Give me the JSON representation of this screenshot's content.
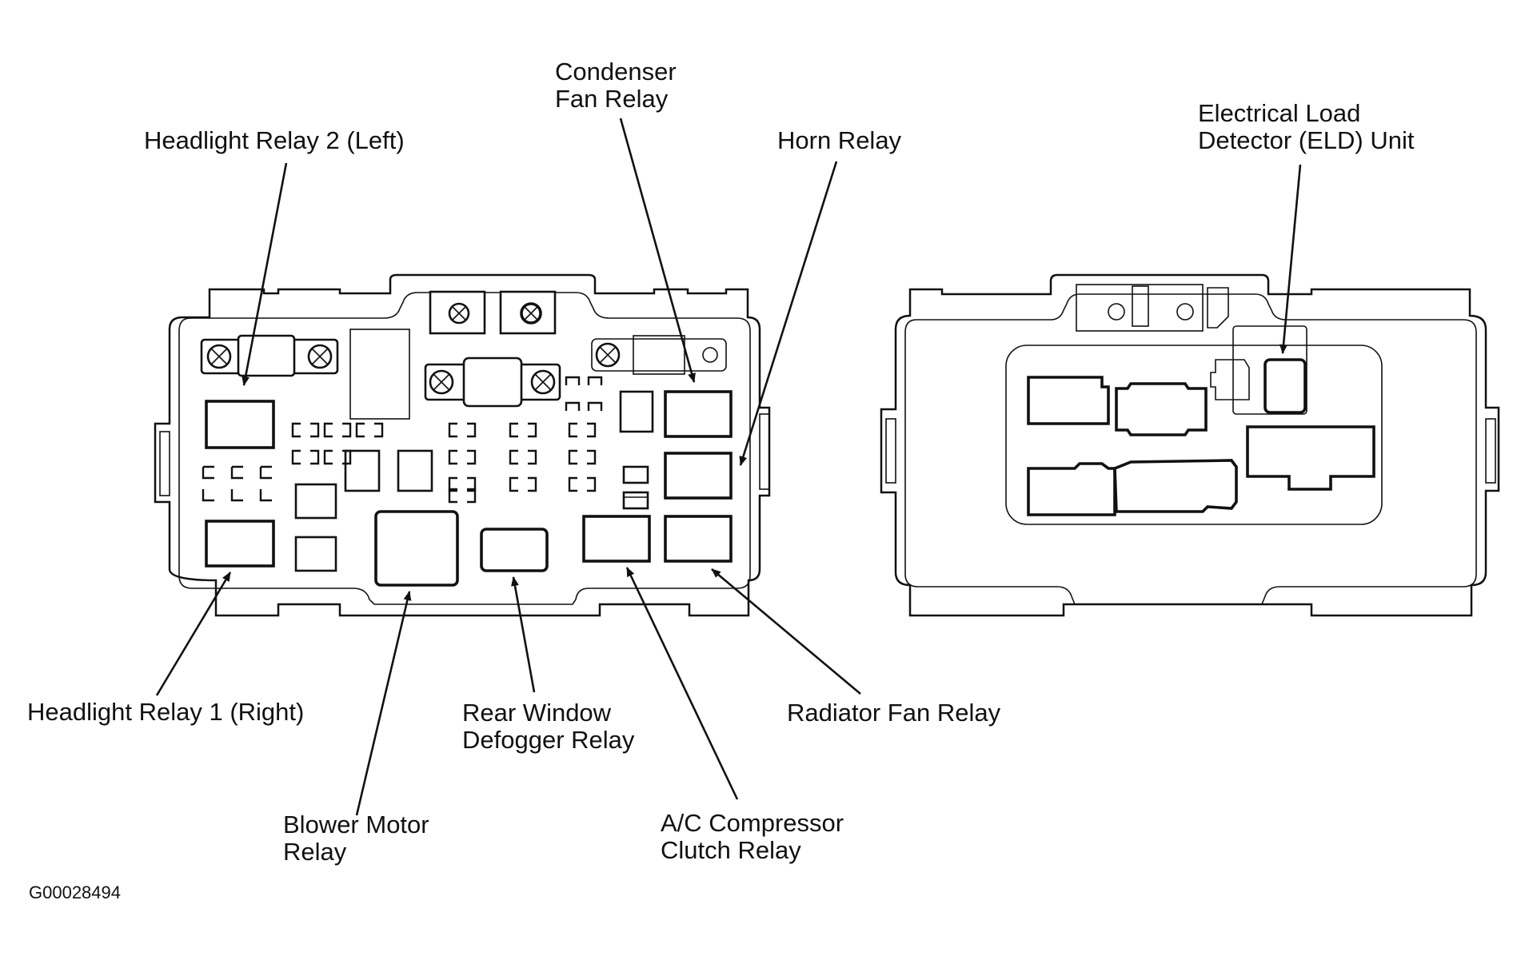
{
  "diagram": {
    "figure_code": "G00028494",
    "labels": {
      "headlight_relay_2": [
        "Headlight Relay 2 (Left)"
      ],
      "condenser_fan_relay": [
        "Condenser",
        "Fan Relay"
      ],
      "horn_relay": [
        "Horn Relay"
      ],
      "eld_unit": [
        "Electrical Load",
        "Detector (ELD) Unit"
      ],
      "headlight_relay_1": [
        "Headlight Relay 1 (Right)"
      ],
      "rear_window_defogger_relay": [
        "Rear Window",
        "Defogger Relay"
      ],
      "radiator_fan_relay": [
        "Radiator Fan Relay"
      ],
      "blower_motor_relay": [
        "Blower Motor",
        "Relay"
      ],
      "ac_compressor_clutch_relay": [
        "A/C Compressor",
        "Clutch Relay"
      ]
    }
  }
}
